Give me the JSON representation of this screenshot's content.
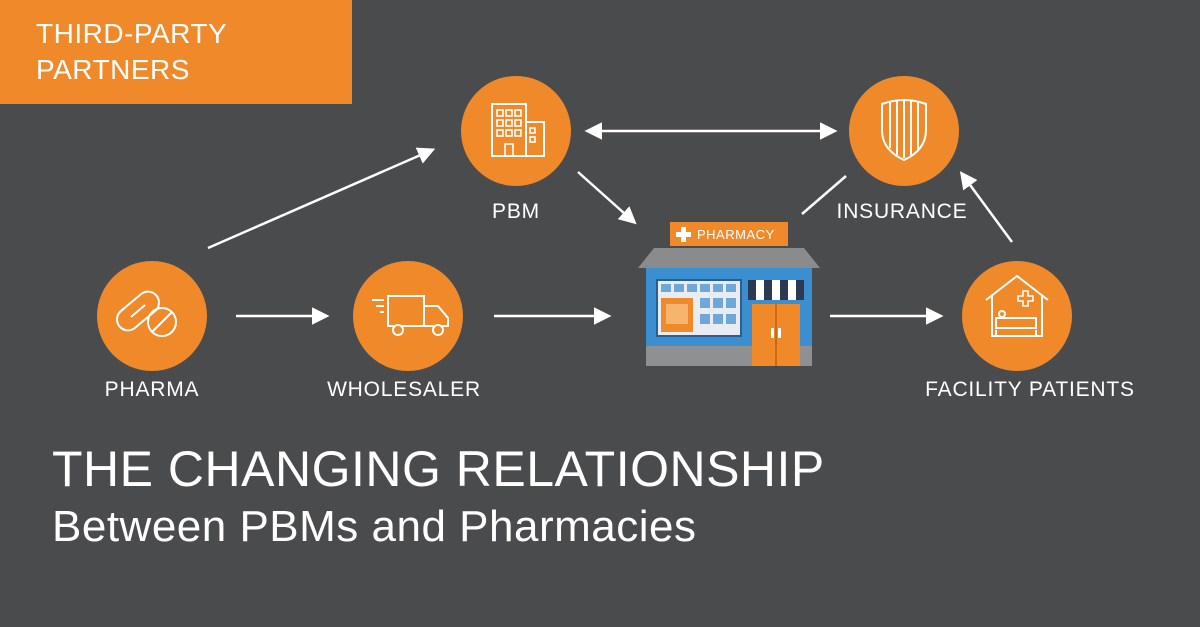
{
  "tag": {
    "line1": "THIRD-PARTY",
    "line2": "PARTNERS"
  },
  "nodes": {
    "pharma": "PHARMA",
    "wholesaler": "WHOLESALER",
    "pbm": "PBM",
    "insurance": "INSURANCE",
    "facility": "FACILITY PATIENTS",
    "pharmacy_sign": "PHARMACY"
  },
  "headline": {
    "line1": "THE CHANGING RELATIONSHIP",
    "line2": "Between PBMs and Pharmacies"
  },
  "colors": {
    "background": "#4a4b4d",
    "accent": "#f0892a",
    "store_blue": "#3b8fd1"
  }
}
